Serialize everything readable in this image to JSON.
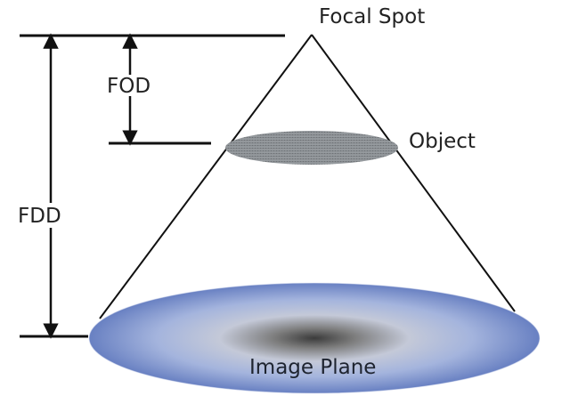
{
  "labels": {
    "focal_spot": "Focal Spot",
    "object": "Object",
    "fod": "FOD",
    "fdd": "FDD",
    "image_plane": "Image Plane"
  },
  "colors": {
    "line": "#111111",
    "object_fill": "#8a8f93",
    "plane_edge": "#6f87c4",
    "plane_mid": "#a9b9df",
    "plane_center": "#3e3e3e",
    "text": "#222222"
  }
}
